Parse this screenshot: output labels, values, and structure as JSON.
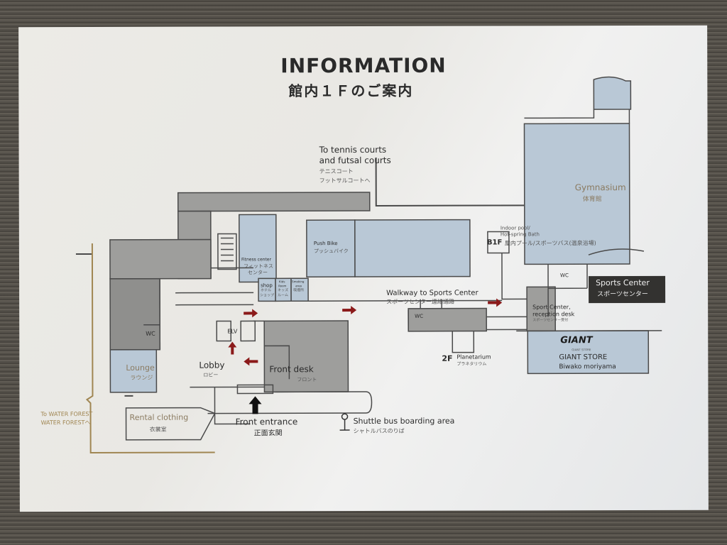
{
  "header": {
    "title": "INFORMATION",
    "subtitle": "館内１Ｆのご案内"
  },
  "labels": {
    "tennis_en_1": "To tennis courts",
    "tennis_en_2": "and futsal courts",
    "tennis_jp_1": "テニスコート",
    "tennis_jp_2": "フットサルコートへ",
    "push_bike_en": "Push Bike",
    "push_bike_jp": "プッシュバイク",
    "fitness_en": "Fitness center",
    "fitness_jp_1": "フィットネス",
    "fitness_jp_2": "センター",
    "shop_en": "shop",
    "shop_jp_1": "ホテル",
    "shop_jp_2": "ショップ",
    "kids_en_1": "Kids",
    "kids_en_2": "Room",
    "kids_jp_1": "キッズ",
    "kids_jp_2": "ルーム",
    "smoking_en_1": "Smoking",
    "smoking_en_2": "area",
    "smoking_jp": "喫煙所",
    "gym_en": "Gymnasium",
    "gym_jp": "体育館",
    "pool_en_1": "Indoor pool/",
    "pool_en_2": "Hot-spring Bath",
    "pool_floor": "B1F",
    "pool_jp": "屋内プール/スポーツバス(温泉浴場)",
    "sports_center_en": "Sports Center",
    "sports_center_jp": "スポーツセンター",
    "walkway_en": "Walkway to Sports Center",
    "walkway_jp": "スポーツセンター連絡通路",
    "wc": "WC",
    "elv": "ELV",
    "lobby_en": "Lobby",
    "lobby_jp": "ロビー",
    "front_desk_en": "Front desk",
    "front_desk_jp": "フロント",
    "lounge_en": "Lounge",
    "lounge_jp": "ラウンジ",
    "rental_en": "Rental clothing",
    "rental_jp": "衣裳室",
    "water_forest_en": "To WATER FOREST",
    "water_forest_jp": "WATER FORESTへ",
    "front_entrance_en": "Front entrance",
    "front_entrance_jp": "正面玄関",
    "shuttle_en": "Shuttle bus boarding area",
    "shuttle_jp": "シャトルバスのりば",
    "planetarium_floor": "2F",
    "planetarium_en": "Planetarium",
    "planetarium_jp": "プラネタリウム",
    "reception_en_1": "Sport Center,",
    "reception_en_2": "reception desk",
    "reception_jp": "スポーツセンター受付",
    "giant_logo": "GIANT",
    "giant_small": "GIANT STORE",
    "giant_store": "GIANT STORE",
    "giant_location": "Biwako moriyama"
  },
  "colors": {
    "room_blue": "#b9c8d6",
    "room_gray": "#9e9e9c",
    "wall": "#4a4a4a",
    "arrow_red": "#8b1a1a",
    "gold_text": "#a08652",
    "sports_center_bg": "#333230"
  }
}
